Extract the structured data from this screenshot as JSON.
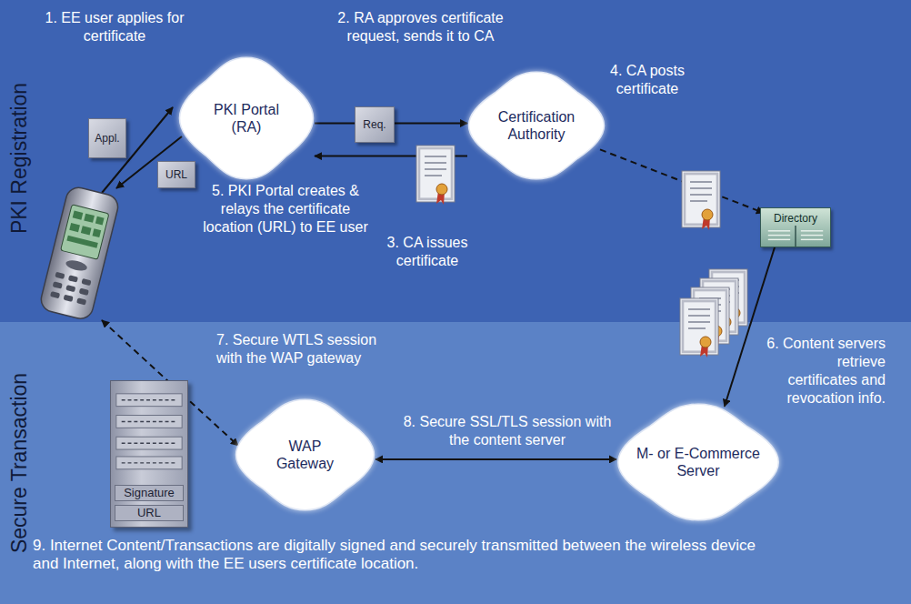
{
  "diagram": {
    "nodes": [
      {
        "text": [
          "Appl."
        ]
      },
      {
        "text": [
          "URL"
        ]
      },
      {
        "text": [
          "PKI Portal (RA)"
        ]
      },
      {
        "text": [
          "Req."
        ]
      },
      {
        "text": [
          "Certification Authority"
        ]
      },
      {
        "text": [
          "Directory"
        ]
      },
      {
        "text": [
          "Signature",
          "URL"
        ]
      },
      {
        "text": [
          "WAP Gateway"
        ]
      },
      {
        "text": [
          "M- or E-Commerce Server"
        ]
      }
    ],
    "edges": [
      {
        "from": 2,
        "to": 4,
        "arrow": "to"
      },
      {
        "from": 4,
        "to": 2,
        "arrow": "to"
      },
      {
        "from": 4,
        "to": 5,
        "arrow": "to"
      },
      {
        "from": 5,
        "to": 8,
        "arrow": "to"
      },
      {
        "from": 7,
        "to": 8,
        "arrow": "both"
      }
    ],
    "labels": [
      "PKI Registration",
      "Secure Transaction",
      "1. EE user applies for certificate",
      "2. RA approves certificate request, sends it to CA",
      "3. CA issues certificate",
      "4. CA posts certificate",
      "5. PKI Portal creates & relays the certificate location (URL) to EE user",
      "6. Content servers retrieve certificates and revocation info.",
      "7. Secure WTLS session with the WAP gateway",
      "8. Secure SSL/TLS session with the content server",
      "9. Internet Content/Transactions are digitally signed and securely transmitted between the wireless device and Internet, along with the EE users certificate location."
    ]
  }
}
